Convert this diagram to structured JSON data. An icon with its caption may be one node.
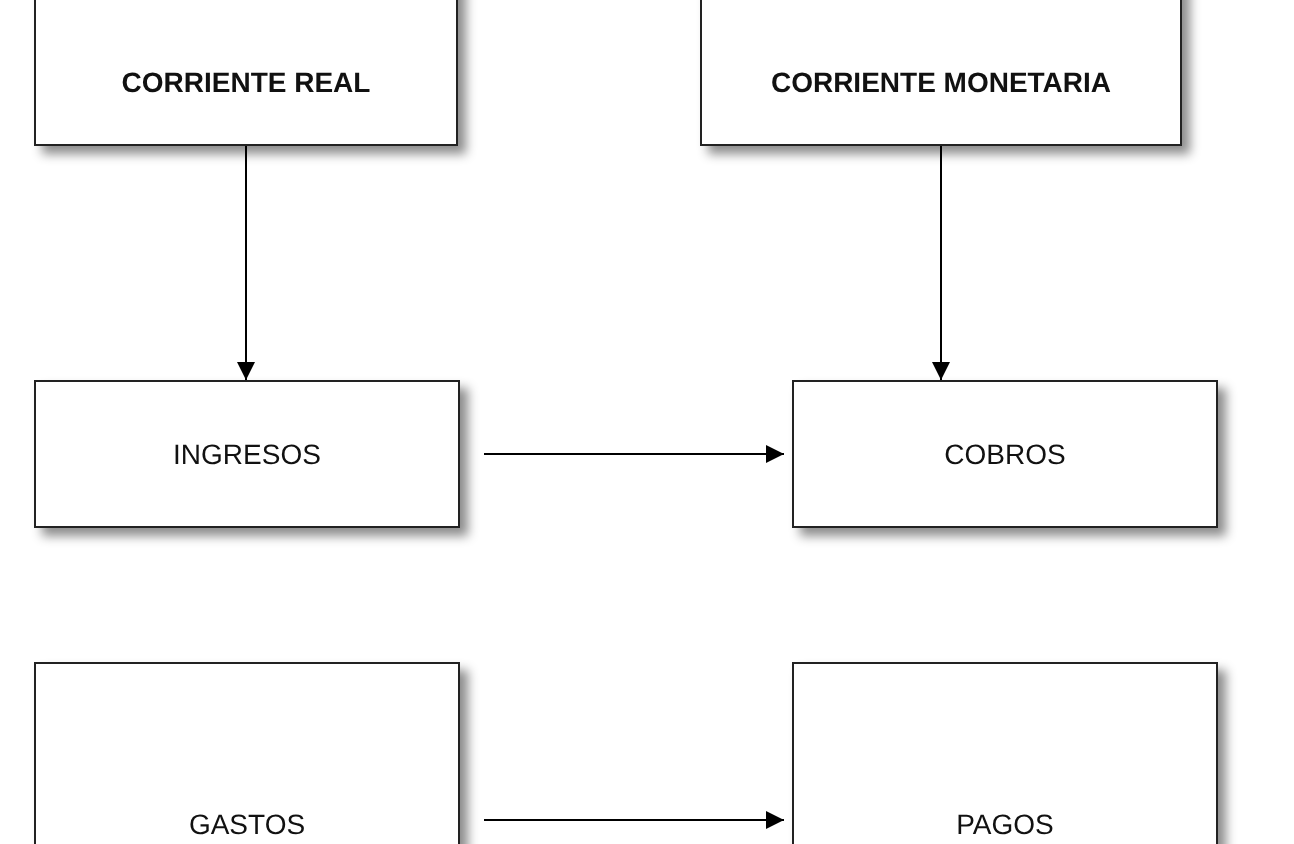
{
  "diagram": {
    "nodes": [
      {
        "text": [
          "CORRIENTE REAL"
        ]
      },
      {
        "text": [
          "CORRIENTE MONETARIA"
        ]
      },
      {
        "text": [
          "INGRESOS"
        ]
      },
      {
        "text": [
          "COBROS"
        ]
      },
      {
        "text": [
          "GASTOS"
        ]
      },
      {
        "text": [
          "PAGOS"
        ]
      }
    ],
    "edges": [
      {
        "from": 0,
        "to": 2,
        "arrow": "to"
      },
      {
        "from": 1,
        "to": 3,
        "arrow": "to"
      },
      {
        "from": 2,
        "to": 3,
        "arrow": "to"
      },
      {
        "from": 4,
        "to": 5,
        "arrow": "to"
      }
    ]
  }
}
